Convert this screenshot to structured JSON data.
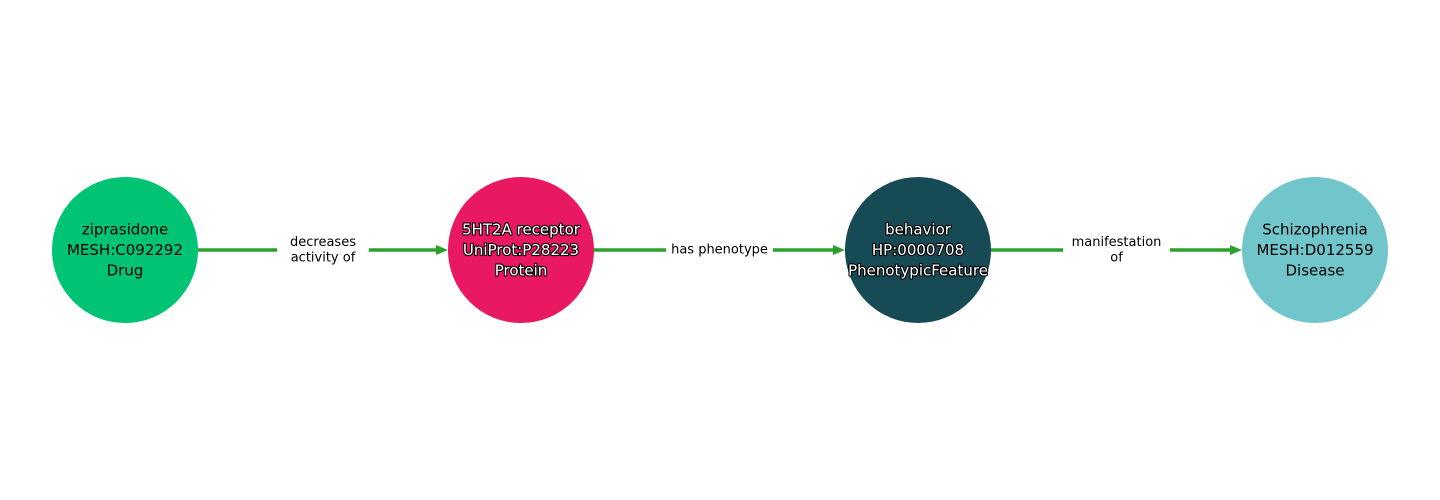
{
  "nodes": [
    {
      "id": "ziprasidone",
      "lines": [
        "ziprasidone",
        "MESH:C092292",
        "Drug"
      ],
      "color": "#00c473",
      "text_style": "dark"
    },
    {
      "id": "5ht2a-receptor",
      "lines": [
        "5HT2A receptor",
        "UniProt:P28223",
        "Protein"
      ],
      "color": "#e81863",
      "text_style": "light"
    },
    {
      "id": "behavior",
      "lines": [
        "behavior",
        "HP:0000708",
        "PhenotypicFeature"
      ],
      "color": "#164a55",
      "text_style": "light"
    },
    {
      "id": "schizophrenia",
      "lines": [
        "Schizophrenia",
        "MESH:D012559",
        "Disease"
      ],
      "color": "#70c6ca",
      "text_style": "dark"
    }
  ],
  "edges": [
    {
      "source": "ziprasidone",
      "target": "5ht2a-receptor",
      "label_lines": [
        "decreases",
        "activity of"
      ]
    },
    {
      "source": "5ht2a-receptor",
      "target": "behavior",
      "label_lines": [
        "has phenotype"
      ]
    },
    {
      "source": "behavior",
      "target": "schizophrenia",
      "label_lines": [
        "manifestation",
        "of"
      ]
    }
  ],
  "edge_color": "#2ca02c"
}
